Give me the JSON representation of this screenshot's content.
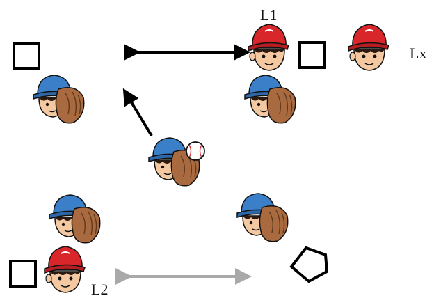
{
  "labels": {
    "l1": "L1",
    "lx": "Lx",
    "l2": "L2"
  },
  "colors": {
    "outline": "#000000",
    "black_arrow": "#000000",
    "gray_arrow": "#a9a9a9",
    "red_cap": "#d8262b",
    "blue_cap": "#3a7fc8",
    "skin": "#f4c9a2",
    "glove": "#a86a3e",
    "hair": "#2a1a12",
    "ball": "#ffffff"
  },
  "icons": {
    "runner": "baseball-runner-red-cap-icon",
    "fielder": "baseball-fielder-blue-cap-icon",
    "pitcher": "baseball-pitcher-with-ball-icon",
    "base": "base-square-icon",
    "home_plate": "home-plate-icon"
  }
}
